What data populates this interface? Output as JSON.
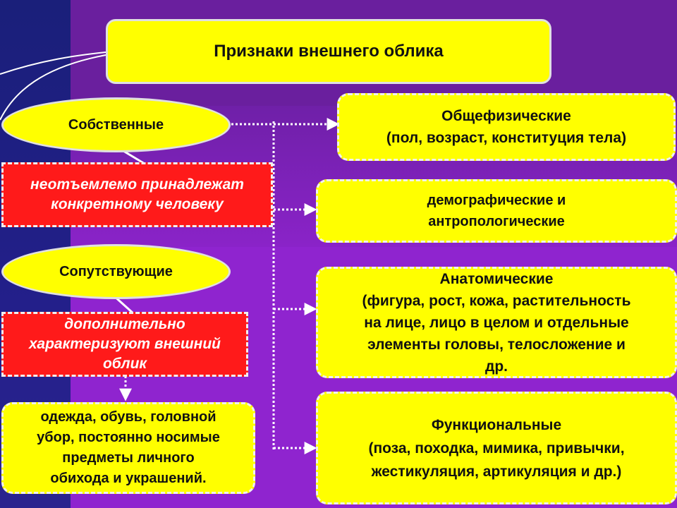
{
  "title": "Признаки внешнего облика",
  "categories": {
    "own": "Собственные",
    "accompanying": "Сопутствующие"
  },
  "descriptions": {
    "own_line1": "неотъемлемо принадлежат",
    "own_line2": "конкретному человеку",
    "acc_line1": "дополнительно",
    "acc_line2": "характеризуют внешний",
    "acc_line3": "облик"
  },
  "accessories": {
    "line1": "одежда, обувь, головной",
    "line2": "убор, постоянно носимые",
    "line3": "предметы личного",
    "line4": "обихода и украшений."
  },
  "features": {
    "general_title": "Общефизические",
    "general_detail": "(пол, возраст, конституция тела)",
    "demo_line1": "демографические и",
    "demo_line2": "антропологические",
    "anat_title": "Анатомические",
    "anat_line1": "(фигура, рост, кожа, растительность",
    "anat_line2": "на лице, лицо в целом и отдельные",
    "anat_line3": "элементы головы, телосложение и",
    "anat_line4": "др.",
    "func_title": "Функциональные",
    "func_line1": "(поза, походка, мимика, привычки,",
    "func_line2": "жестикуляция, артикуляция и др.)"
  },
  "colors": {
    "yellow": "#ffff00",
    "red": "#ff1a1a",
    "purple": "#8f24cf",
    "navy": "#231f8a"
  }
}
